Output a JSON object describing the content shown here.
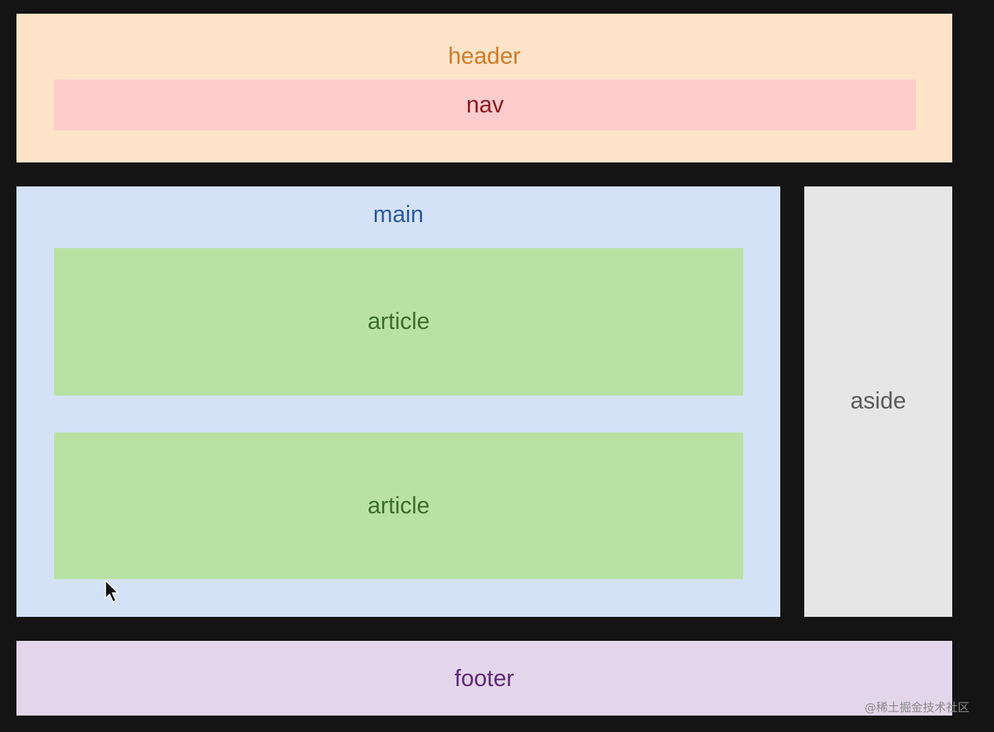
{
  "diagram": {
    "header": {
      "label": "header",
      "color": "#fde4c8"
    },
    "nav": {
      "label": "nav",
      "color": "#fdcccd"
    },
    "main": {
      "label": "main",
      "color": "#d4e2f7"
    },
    "articles": [
      {
        "label": "article",
        "color": "#bae1a4"
      },
      {
        "label": "article",
        "color": "#bae1a4"
      }
    ],
    "aside": {
      "label": "aside",
      "color": "#e6e6e6"
    },
    "footer": {
      "label": "footer",
      "color": "#e3d6ea"
    }
  },
  "background_color": "#141414",
  "cursor_icon": "pointer-arrow-icon",
  "watermark": {
    "text": "@稀土掘金技术社区"
  }
}
